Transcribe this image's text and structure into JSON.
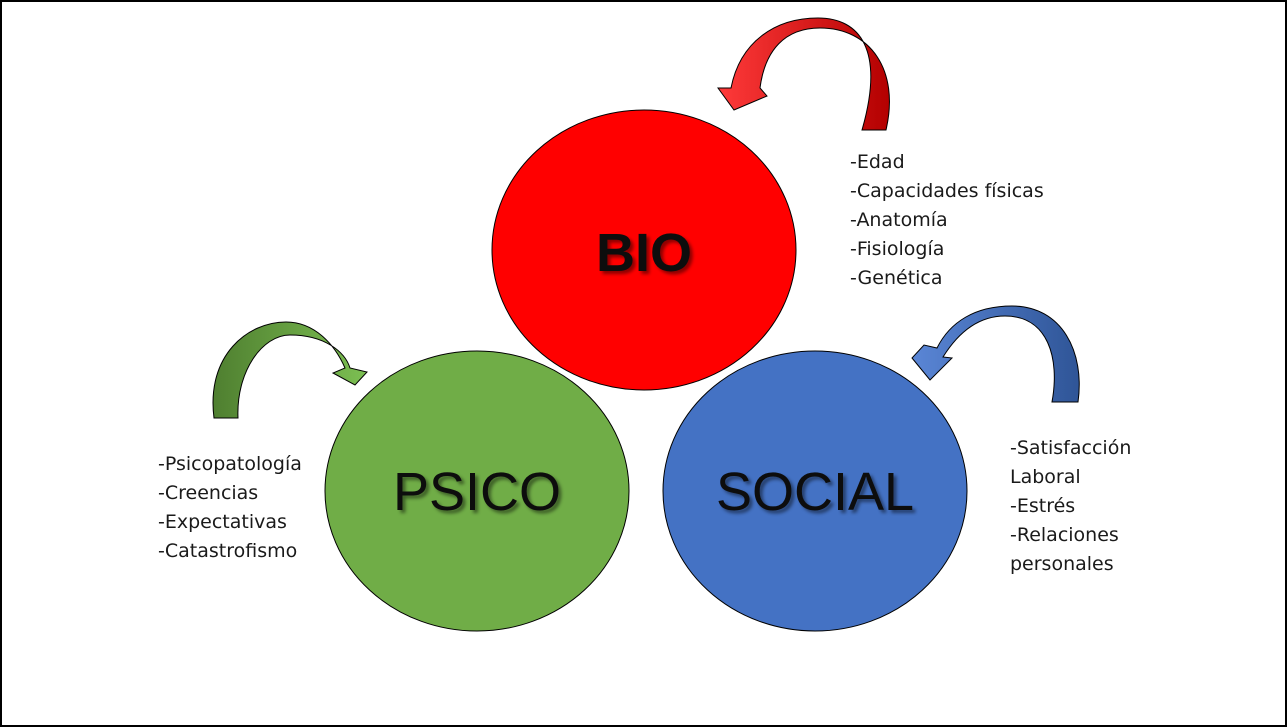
{
  "circles": {
    "bio": {
      "label": "BIO",
      "color": "#ff0000"
    },
    "psico": {
      "label": "PSICO",
      "color": "#70ad47"
    },
    "social": {
      "label": "SOCIAL",
      "color": "#4472c4"
    }
  },
  "factors": {
    "bio": [
      "-Edad",
      "-Capacidades físicas",
      "-Anatomía",
      "-Fisiología",
      "-Genética"
    ],
    "psico": [
      "-Psicopatología",
      "-Creencias",
      "-Expectativas",
      "-Catastrofismo"
    ],
    "social": [
      "-Satisfacción",
      "Laboral",
      "-Estrés",
      "-Relaciones",
      "personales"
    ]
  },
  "arrows": {
    "bio": {
      "color": "#e00000"
    },
    "psico": {
      "color": "#609c3c"
    },
    "social": {
      "color": "#3e66b0"
    }
  }
}
